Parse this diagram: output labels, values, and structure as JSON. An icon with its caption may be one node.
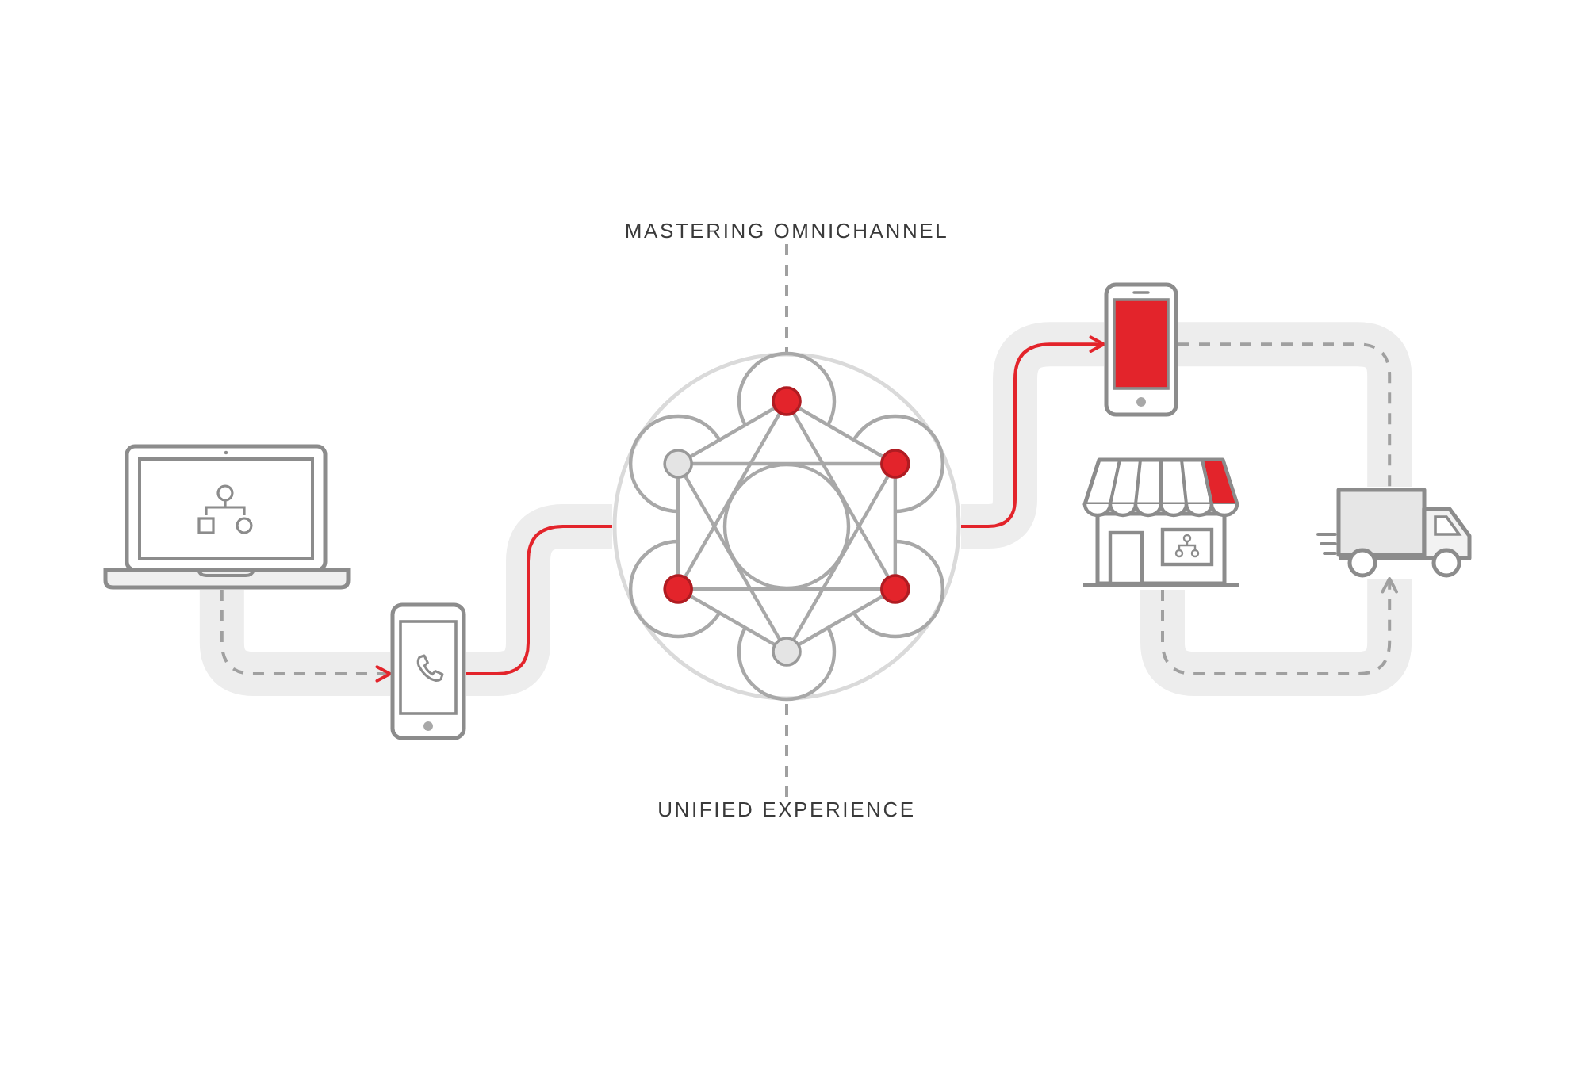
{
  "diagram": {
    "nodes": [
      {
        "text": [
          "MASTERING OMNICHANNEL"
        ]
      },
      {
        "text": [],
        "shape": "picture"
      },
      {
        "text": [],
        "shape": "picture"
      },
      {
        "text": [],
        "shape": "picture"
      },
      {
        "text": [],
        "shape": "picture"
      },
      {
        "text": [],
        "shape": "picture"
      },
      {
        "text": [],
        "shape": "picture"
      },
      {
        "text": [
          "UNIFIED EXPERIENCE"
        ]
      }
    ],
    "edges": [
      {
        "from": 1,
        "to": 2,
        "arrow": "to",
        "style": "dashed"
      },
      {
        "from": 2,
        "to": 3,
        "arrow": "none",
        "color": "#e3242b"
      },
      {
        "from": 3,
        "to": 4,
        "arrow": "to",
        "color": "#e3242b"
      },
      {
        "from": 4,
        "to": 6,
        "arrow": "none",
        "style": "dashed"
      },
      {
        "from": 5,
        "to": 6,
        "arrow": "to",
        "style": "dashed"
      },
      {
        "from": 0,
        "to": 3,
        "arrow": "none",
        "style": "dashed"
      },
      {
        "from": 7,
        "to": 3,
        "arrow": "none",
        "style": "dashed"
      }
    ]
  }
}
